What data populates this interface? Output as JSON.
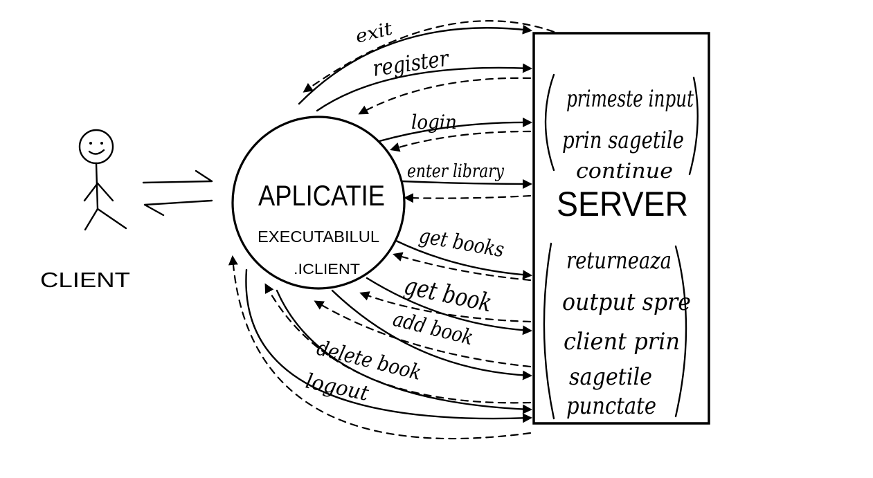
{
  "client": {
    "label": "CLIENT"
  },
  "app": {
    "title": "APLICATIE",
    "line1": "EXECUTABILUL",
    "line2": ".ICLIENT"
  },
  "server": {
    "title": "SERVER",
    "input_note": [
      "primeste input",
      "prin sagetile",
      "continue"
    ],
    "output_note": [
      "returneaza",
      "output spre",
      "client prin",
      "sagetile",
      "punctate"
    ]
  },
  "commands": [
    "exit",
    "register",
    "login",
    "enter library",
    "get books",
    "get book",
    "add book",
    "delete book",
    "logout"
  ]
}
